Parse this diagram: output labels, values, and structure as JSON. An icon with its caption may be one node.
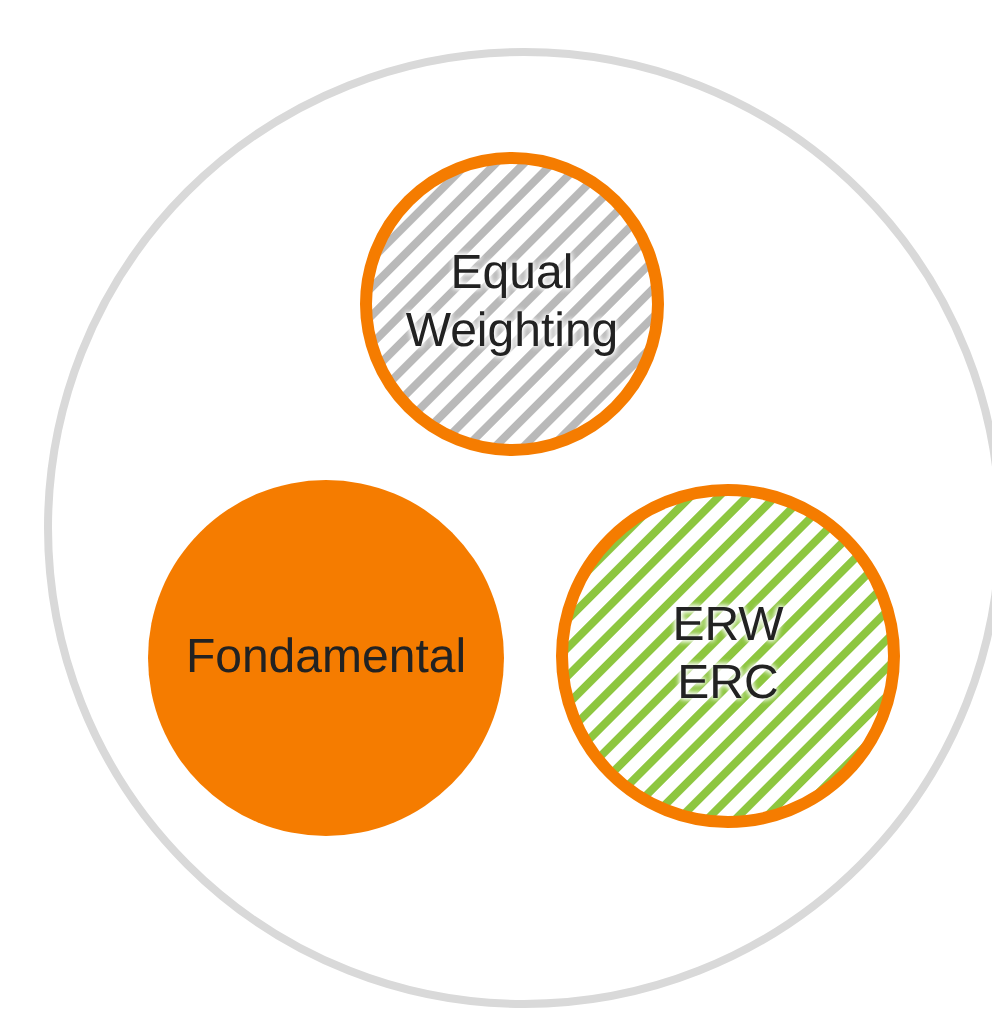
{
  "diagram": {
    "nodes": [
      {
        "text": [],
        "shape": "circle"
      },
      {
        "text": [
          "Equal Weighting"
        ],
        "in": 0
      },
      {
        "text": [
          "Fondamental"
        ],
        "in": 0
      },
      {
        "text": [
          "ERW ERC"
        ],
        "in": 0
      }
    ]
  }
}
